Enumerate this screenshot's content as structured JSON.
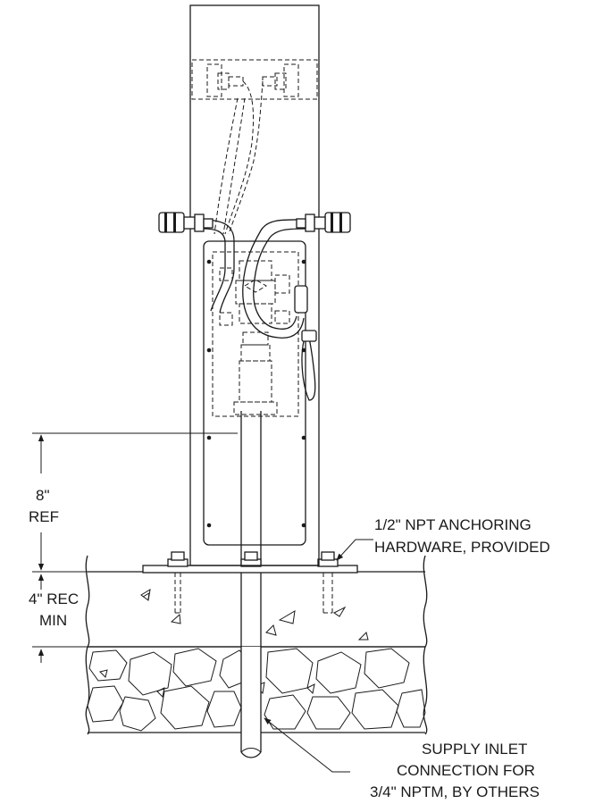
{
  "labels": {
    "dim_8_line1": "8\"",
    "dim_8_line2": "REF",
    "dim_4_line1": "4\" REC",
    "dim_4_line2": "MIN",
    "anchor_line1": "1/2\" NPT ANCHORING",
    "anchor_line2": "HARDWARE, PROVIDED",
    "supply_line1": "SUPPLY INLET",
    "supply_line2": "CONNECTION FOR",
    "supply_line3": "3/4\" NPTM, BY OTHERS"
  },
  "colors": {
    "line": "#1a1a1a",
    "background": "#ffffff"
  }
}
